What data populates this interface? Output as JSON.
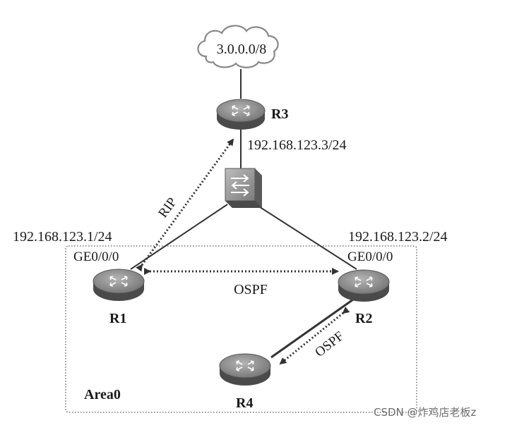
{
  "network": {
    "cloud_label": "3.0.0.0/8",
    "routers": {
      "r1": {
        "name": "R1"
      },
      "r2": {
        "name": "R2"
      },
      "r3": {
        "name": "R3"
      },
      "r4": {
        "name": "R4"
      }
    },
    "addresses": {
      "r1_ip": "192.168.123.1/24",
      "r2_ip": "192.168.123.2/24",
      "r3_ip": "192.168.123.3/24"
    },
    "interfaces": {
      "r1_if": "GE0/0/0",
      "r2_if": "GE0/0/0"
    },
    "protocols": {
      "rip": "RIP",
      "ospf_r1_r2": "OSPF",
      "ospf_r2_r4": "OSPF"
    },
    "area_label": "Area0"
  },
  "watermark": "CSDN @炸鸡店老板z",
  "colors": {
    "router_top": "#9a9a9a",
    "router_side": "#4a4a4a",
    "line": "#333333"
  }
}
